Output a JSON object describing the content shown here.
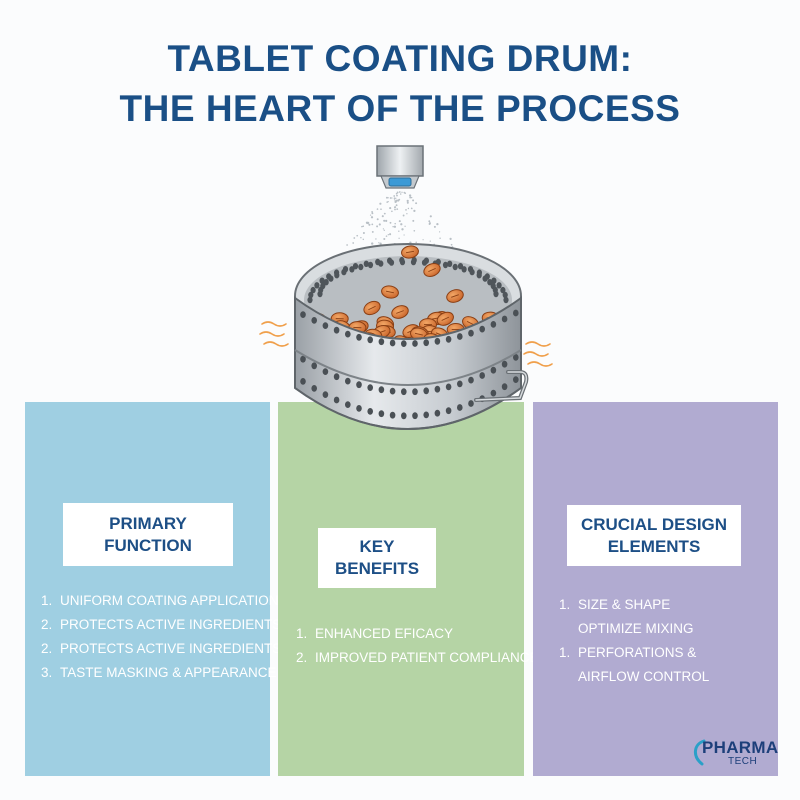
{
  "title": {
    "line1": "TABLET COATING DRUM:",
    "line2": "THE HEART OF THE PROCESS"
  },
  "panels": [
    {
      "heading_line1": "PRIMARY",
      "heading_line2": "FUNCTION",
      "color": "#9fcfe2",
      "items": [
        {
          "num": "1.",
          "text": "UNIFORM COATING APPLICATION"
        },
        {
          "num": "2.",
          "text": "PROTECTS ACTIVE INGREDIENTS"
        },
        {
          "num": "2.",
          "text": "PROTECTS ACTIVE INGREDIENTS"
        },
        {
          "num": "3.",
          "text": "TASTE MASKING & APPEARANCE"
        }
      ]
    },
    {
      "heading_line1": "KEY",
      "heading_line2": "BENEFITS",
      "color": "#b5d4a5",
      "items": [
        {
          "num": "1.",
          "text": "ENHANCED EFICACY"
        },
        {
          "num": "2.",
          "text": "IMPROVED PATIENT COMPLIANCE"
        }
      ]
    },
    {
      "heading_line1": "CRUCIAL DESIGN",
      "heading_line2": "ELEMENTS",
      "color": "#b1abd1",
      "items": [
        {
          "num": "1.",
          "text": "SIZE & SHAPE",
          "text2": "OPTIMIZE MIXING"
        },
        {
          "num": "1.",
          "text": "PERFORATIONS &",
          "text2": "AIRFLOW CONTROL"
        }
      ]
    }
  ],
  "logo": {
    "main": "PHARMA",
    "sub": "TECH"
  },
  "icons": {
    "illustration": "coating-drum-illustration",
    "nozzle": "spray-nozzle-icon",
    "heat": "heat-wave-icon"
  }
}
